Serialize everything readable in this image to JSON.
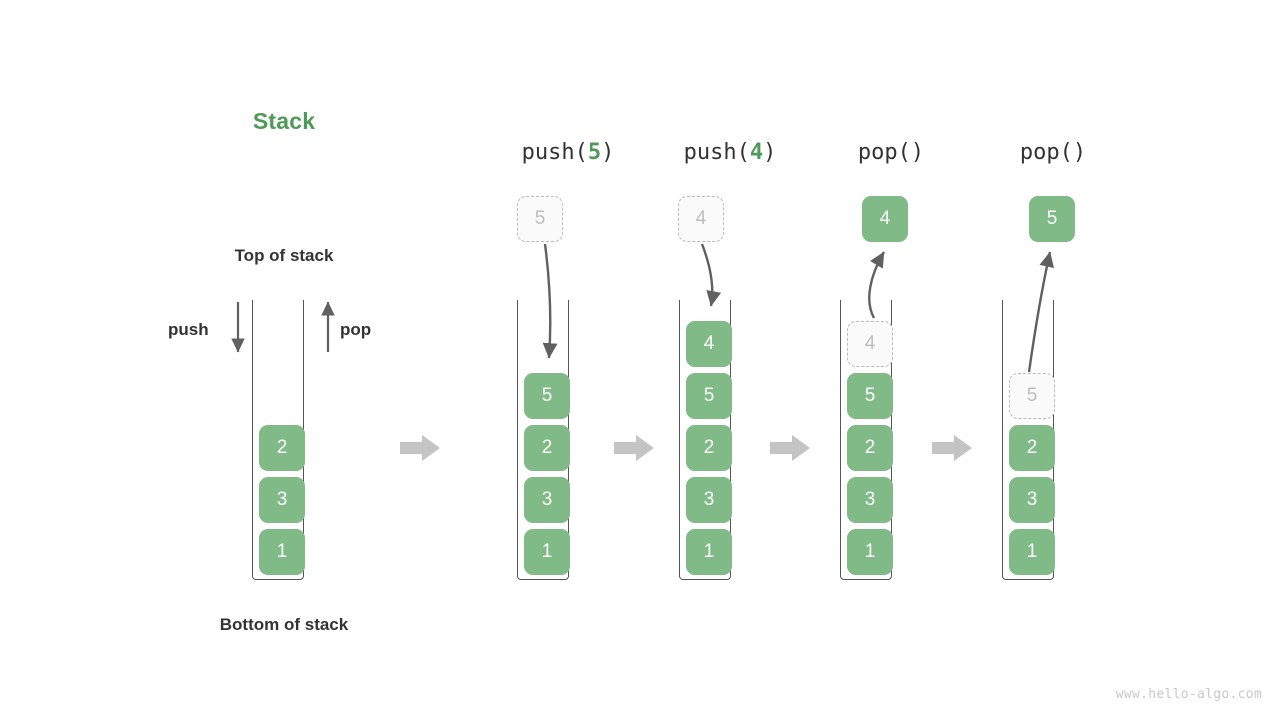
{
  "figure": {
    "title": "Stack",
    "top_label": "Top of stack",
    "bottom_label": "Bottom of stack",
    "push_label": "push",
    "pop_label": "pop",
    "watermark": "www.hello-algo.com",
    "accent_green": "#4e9a58",
    "block_green": "#7fba87",
    "ghost_gray": "#bdbdbd",
    "arrow_gray": "#c4c4c4",
    "text_dark": "#333333"
  },
  "panels": [
    {
      "id": "initial",
      "op_prefix": "",
      "op_arg": "",
      "op_suffix": "",
      "stack": [
        "2",
        "3",
        "1"
      ],
      "incoming": null,
      "outgoing": null,
      "ghost_in_stack": null
    },
    {
      "id": "push-5",
      "op_prefix": "push(",
      "op_arg": "5",
      "op_suffix": ")",
      "stack": [
        "5",
        "2",
        "3",
        "1"
      ],
      "incoming": "5",
      "outgoing": null,
      "ghost_in_stack": null
    },
    {
      "id": "push-4",
      "op_prefix": "push(",
      "op_arg": "4",
      "op_suffix": ")",
      "stack": [
        "4",
        "5",
        "2",
        "3",
        "1"
      ],
      "incoming": "4",
      "outgoing": null,
      "ghost_in_stack": null
    },
    {
      "id": "pop-1",
      "op_prefix": "pop(",
      "op_arg": "",
      "op_suffix": ")",
      "stack": [
        "5",
        "2",
        "3",
        "1"
      ],
      "incoming": null,
      "outgoing": "4",
      "ghost_in_stack": "4"
    },
    {
      "id": "pop-2",
      "op_prefix": "pop(",
      "op_arg": "",
      "op_suffix": ")",
      "stack": [
        "2",
        "3",
        "1"
      ],
      "incoming": null,
      "outgoing": "5",
      "ghost_in_stack": "5"
    }
  ],
  "step_arrows": [
    "step-1",
    "step-2",
    "step-3",
    "step-4"
  ]
}
